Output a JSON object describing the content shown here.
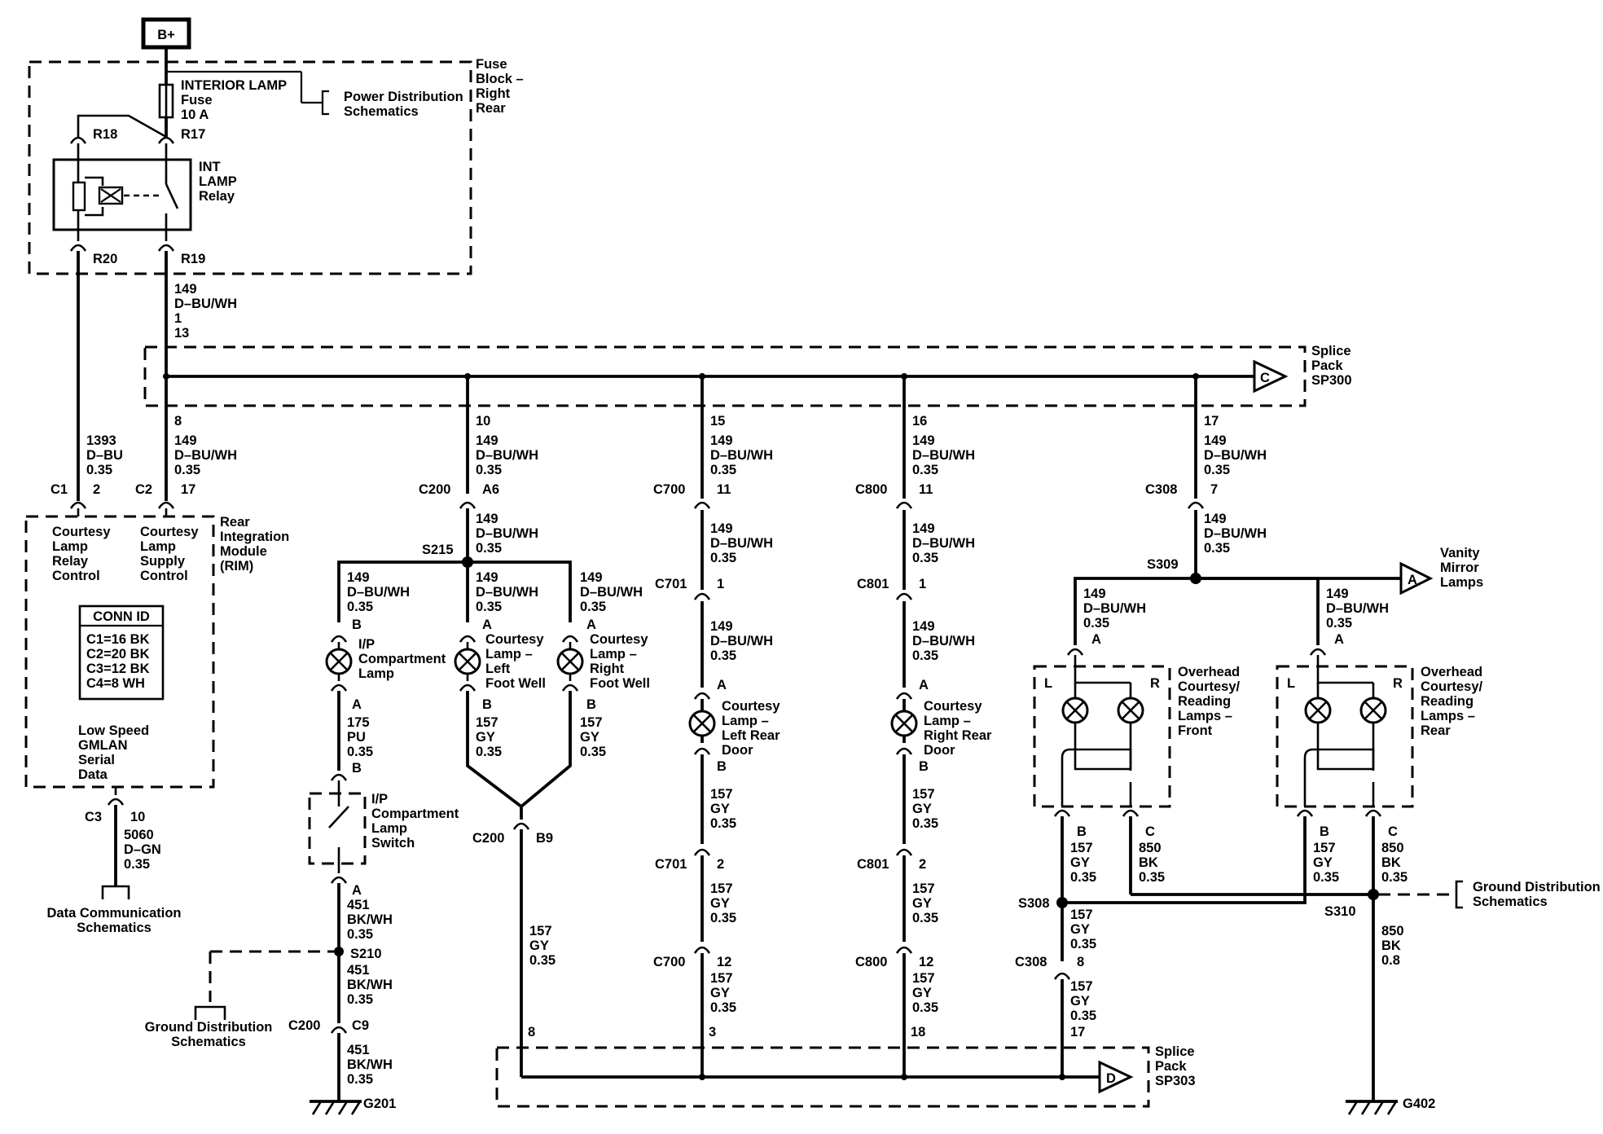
{
  "battery": {
    "label": "B+"
  },
  "fuse_block": {
    "label": [
      "Fuse",
      "Block –",
      "Right",
      "Rear"
    ],
    "fuse_name": "INTERIOR LAMP",
    "fuse_word": "Fuse",
    "fuse_rating": "10 A",
    "power_ref": [
      "Power Distribution",
      "Schematics"
    ],
    "relay": [
      "INT",
      "LAMP",
      "Relay"
    ],
    "pins": {
      "r18": "R18",
      "r17": "R17",
      "r20": "R20",
      "r19": "R19"
    }
  },
  "wires": {
    "w149_top": [
      "149",
      "D–BU/WH",
      "1",
      "13"
    ],
    "w1393": [
      "1393",
      "D–BU",
      "0.35"
    ],
    "w149_rim": [
      "149",
      "D–BU/WH",
      "0.35"
    ],
    "w5060": [
      "5060",
      "D–GN",
      "0.35"
    ],
    "w149": [
      "149",
      "D–BU/WH",
      "0.35"
    ],
    "w157": [
      "157",
      "GY",
      "0.35"
    ],
    "w175": [
      "175",
      "PU",
      "0.35"
    ],
    "w451": [
      "451",
      "BK/WH",
      "0.35"
    ],
    "w850": [
      "850",
      "BK",
      "0.35"
    ],
    "w850_g": [
      "850",
      "BK",
      "0.8"
    ]
  },
  "sp300": {
    "label": [
      "Splice",
      "Pack",
      "SP300"
    ],
    "letter": "C",
    "pins": [
      "8",
      "10",
      "15",
      "16",
      "17"
    ]
  },
  "sp303": {
    "label": [
      "Splice",
      "Pack",
      "SP303"
    ],
    "letter": "D",
    "pins": [
      "8",
      "3",
      "18",
      "17"
    ]
  },
  "rim": {
    "label": [
      "Rear",
      "Integration",
      "Module",
      "(RIM)"
    ],
    "pin_c1": [
      "C1",
      "2"
    ],
    "pin_c2": [
      "C2",
      "17"
    ],
    "pin_c3": [
      "C3",
      "10"
    ],
    "relay_ctrl": [
      "Courtesy",
      "Lamp",
      "Relay",
      "Control"
    ],
    "supply_ctrl": [
      "Courtesy",
      "Lamp",
      "Supply",
      "Control"
    ],
    "conn_title": "CONN ID",
    "conn_rows": [
      "C1=16 BK",
      "C2=20 BK",
      "C3=12 BK",
      "C4=8 WH"
    ],
    "gmlan": [
      "Low Speed",
      "GMLAN",
      "Serial",
      "Data"
    ],
    "data_comm": [
      "Data Communication",
      "Schematics"
    ]
  },
  "connectors": {
    "c200": "C200",
    "c700": "C700",
    "c701": "C701",
    "c800": "C800",
    "c801": "C801",
    "c308": "C308",
    "a6": "A6",
    "b9": "B9",
    "c9": "C9",
    "n11": "11",
    "n1": "1",
    "n2": "2",
    "n12": "12",
    "n7": "7",
    "n8": "8",
    "pA": "A",
    "pB": "B",
    "pC": "C",
    "L": "L",
    "R": "R"
  },
  "splices": {
    "s215": "S215",
    "s210": "S210",
    "s309": "S309",
    "s308": "S308",
    "s310": "S310"
  },
  "lamps": {
    "ip": [
      "I/P",
      "Compartment",
      "Lamp"
    ],
    "lf": [
      "Courtesy",
      "Lamp –",
      "Left",
      "Foot Well"
    ],
    "rf": [
      "Courtesy",
      "Lamp –",
      "Right",
      "Foot Well"
    ],
    "lr": [
      "Courtesy",
      "Lamp –",
      "Left Rear",
      "Door"
    ],
    "rr": [
      "Courtesy",
      "Lamp –",
      "Right Rear",
      "Door"
    ],
    "oh_front": [
      "Overhead",
      "Courtesy/",
      "Reading",
      "Lamps –",
      "Front"
    ],
    "oh_rear": [
      "Overhead",
      "Courtesy/",
      "Reading",
      "Lamps –",
      "Rear"
    ]
  },
  "switch": [
    "I/P",
    "Compartment",
    "Lamp",
    "Switch"
  ],
  "vanity": {
    "letter": "A",
    "label": [
      "Vanity",
      "Mirror",
      "Lamps"
    ]
  },
  "grounds": {
    "g201": "G201",
    "g402": "G402",
    "ground_ref": [
      "Ground Distribution",
      "Schematics"
    ]
  }
}
